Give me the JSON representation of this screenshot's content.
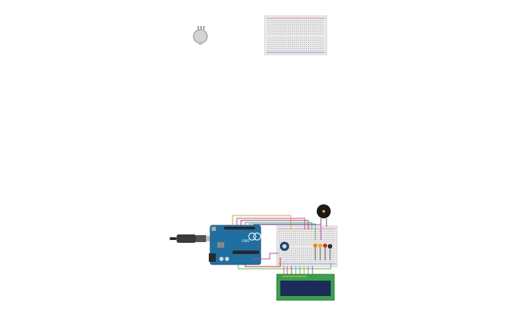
{
  "workspace": {
    "background": "#ffffff"
  },
  "components": {
    "potentiometer_loose": {
      "icon": "rotary-knob"
    },
    "breadboard_loose": {
      "icon": "breadboard-mini"
    },
    "arduino": {
      "board_text": "UNO",
      "board_color": "#1f6fa3",
      "usb_cable_color": "#2b2b2b"
    },
    "buzzer": {
      "color": "#1a1a1a",
      "center_color": "#e0a030"
    },
    "lcd": {
      "frame_color": "#3aa04a",
      "screen_color": "#1d2a5c"
    },
    "leds": [
      {
        "color": "#e08a1a"
      },
      {
        "color": "#d8b020"
      },
      {
        "color": "#d42a1e"
      },
      {
        "color": "#2a2a2a"
      }
    ],
    "wire_colors": [
      "#e0a020",
      "#c040c0",
      "#e02020",
      "#30a0e0",
      "#40c040",
      "#a040d0",
      "#e06030",
      "#8a8a8a"
    ]
  }
}
